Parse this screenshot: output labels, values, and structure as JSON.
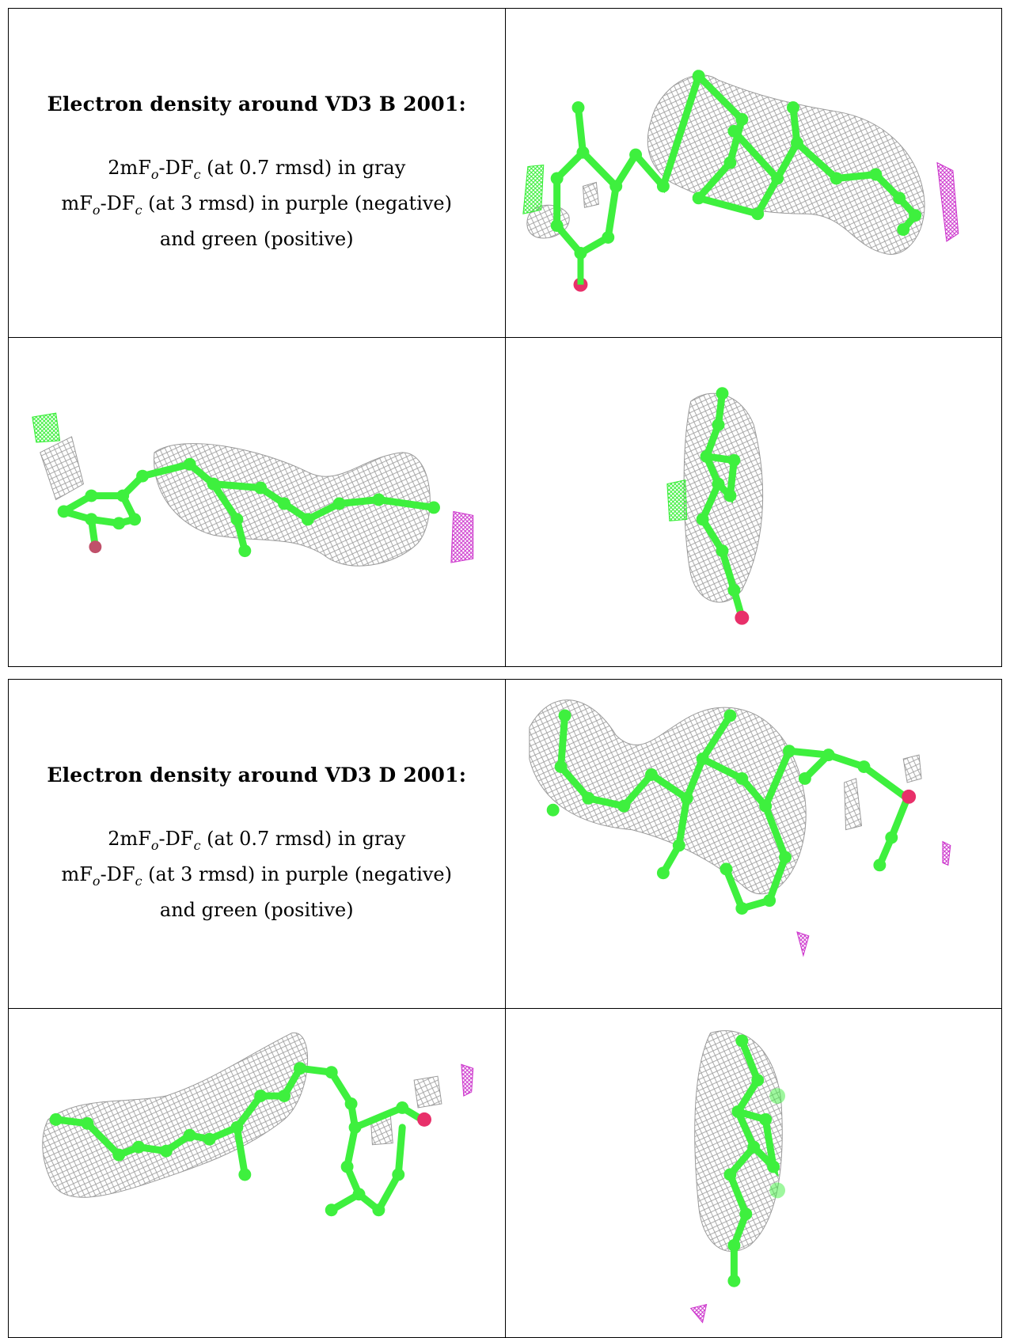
{
  "blocks": [
    {
      "title": "Electron density around VD3 B 2001:",
      "line1_prefix": "2mF",
      "line1_sub1": "o",
      "line1_mid": "-DF",
      "line1_sub2": "c",
      "line1_suffix": " (at 0.7 rmsd) in gray",
      "line2_prefix": "mF",
      "line2_sub1": "o",
      "line2_mid": "-DF",
      "line2_sub2": "c",
      "line2_suffix": " (at 3 rmsd) in purple (negative)",
      "line3": "and green (positive)"
    },
    {
      "title": "Electron density around VD3 D 2001:",
      "line1_prefix": "2mF",
      "line1_sub1": "o",
      "line1_mid": "-DF",
      "line1_sub2": "c",
      "line1_suffix": " (at 0.7 rmsd) in gray",
      "line2_prefix": "mF",
      "line2_sub1": "o",
      "line2_mid": "-DF",
      "line2_sub2": "c",
      "line2_suffix": " (at 3 rmsd) in purple (negative)",
      "line3": "and green (positive)"
    }
  ],
  "colors": {
    "mesh_2fofc": "#9a9a9a",
    "mesh_negative": "#cc33cc",
    "mesh_positive": "#33ee33",
    "carbon": "#3ef03e",
    "oxygen": "#e8306a"
  }
}
